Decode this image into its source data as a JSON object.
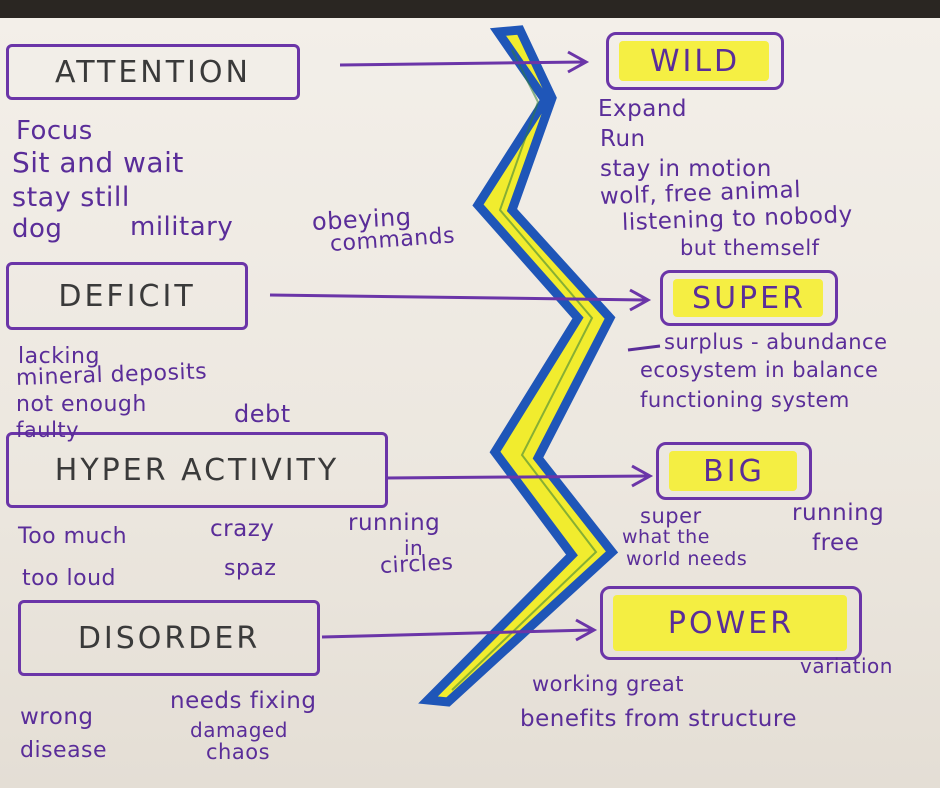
{
  "left_terms": [
    {
      "label": "ATTENTION",
      "notes": [
        "Focus",
        "Sit and wait",
        "stay still",
        "dog",
        "military",
        "obeying",
        "commands"
      ]
    },
    {
      "label": "DEFICIT",
      "notes": [
        "lacking",
        "mineral deposits",
        "not enough",
        "faulty",
        "debt"
      ]
    },
    {
      "label": "HYPER ACTIVITY",
      "notes": [
        "Too much",
        "crazy",
        "running",
        "in",
        "circles",
        "too loud",
        "spaz"
      ]
    },
    {
      "label": "DISORDER",
      "notes": [
        "wrong",
        "needs fixing",
        "damaged",
        "disease",
        "chaos"
      ]
    }
  ],
  "right_terms": [
    {
      "label": "WILD",
      "notes": [
        "Expand",
        "Run",
        "stay in motion",
        "wolf, free animal",
        "listening to nobody",
        "but themself"
      ]
    },
    {
      "label": "SUPER",
      "notes": [
        "surplus - abundance",
        "ecosystem in balance",
        "functioning system"
      ]
    },
    {
      "label": "BIG",
      "notes": [
        "super",
        "what the",
        "world needs",
        "running",
        "free"
      ]
    },
    {
      "label": "POWER",
      "notes": [
        "working great",
        "benefits from structure",
        "variation"
      ]
    }
  ],
  "colors": {
    "ink": "#5a2d99",
    "pencil": "#3a3a3a",
    "highlight": "#f4ee3a",
    "bolt_outline": "#1f56b8",
    "paper": "#efeae3"
  }
}
